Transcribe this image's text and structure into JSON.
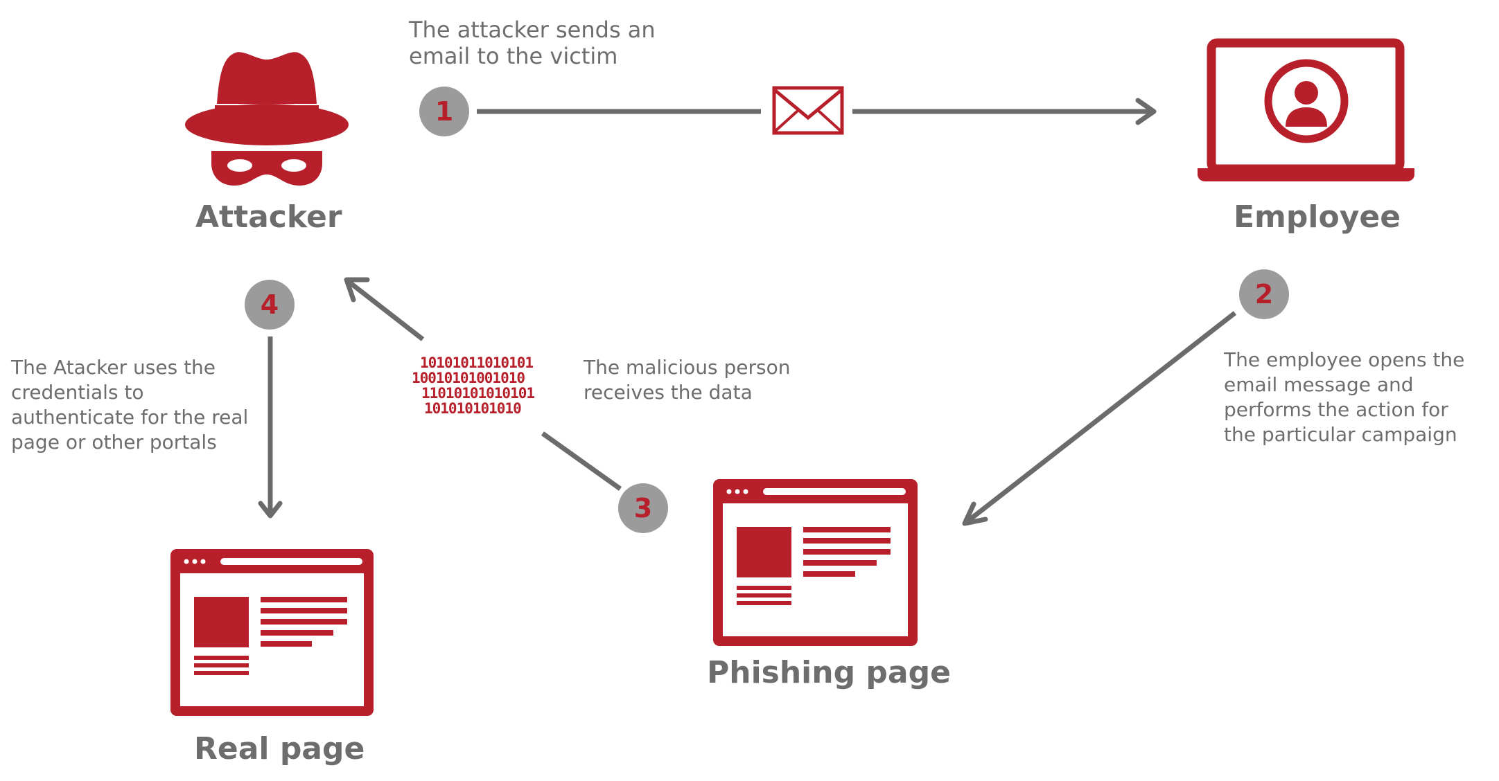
{
  "actors": {
    "attacker": "Attacker",
    "employee": "Employee",
    "phishing_page": "Phishing page",
    "real_page": "Real page"
  },
  "steps": [
    {
      "number": "1",
      "lines": [
        "The attacker sends an",
        "email to the victim"
      ]
    },
    {
      "number": "2",
      "lines": [
        "The employee opens the",
        "email message and",
        "performs the action for",
        "the particular campaign"
      ]
    },
    {
      "number": "3",
      "lines": [
        "The malicious person",
        "receives the data"
      ]
    },
    {
      "number": "4",
      "lines": [
        "The Atacker uses the",
        "credentials to",
        "authenticate for the real",
        "page or other portals"
      ]
    }
  ],
  "binary_lines": [
    "10101011010101",
    "10010101001010",
    "11010101010101",
    "101010101010"
  ],
  "icons": {
    "attacker": "hat-mask-icon",
    "envelope": "envelope-icon",
    "employee": "laptop-user-icon",
    "phishing_page": "browser-window-icon",
    "real_page": "browser-window-icon"
  },
  "colors": {
    "accent": "#b7202b",
    "text": "#6d6d6d",
    "arrow": "#6b6b6b",
    "step_circle": "#9b9b9b"
  }
}
